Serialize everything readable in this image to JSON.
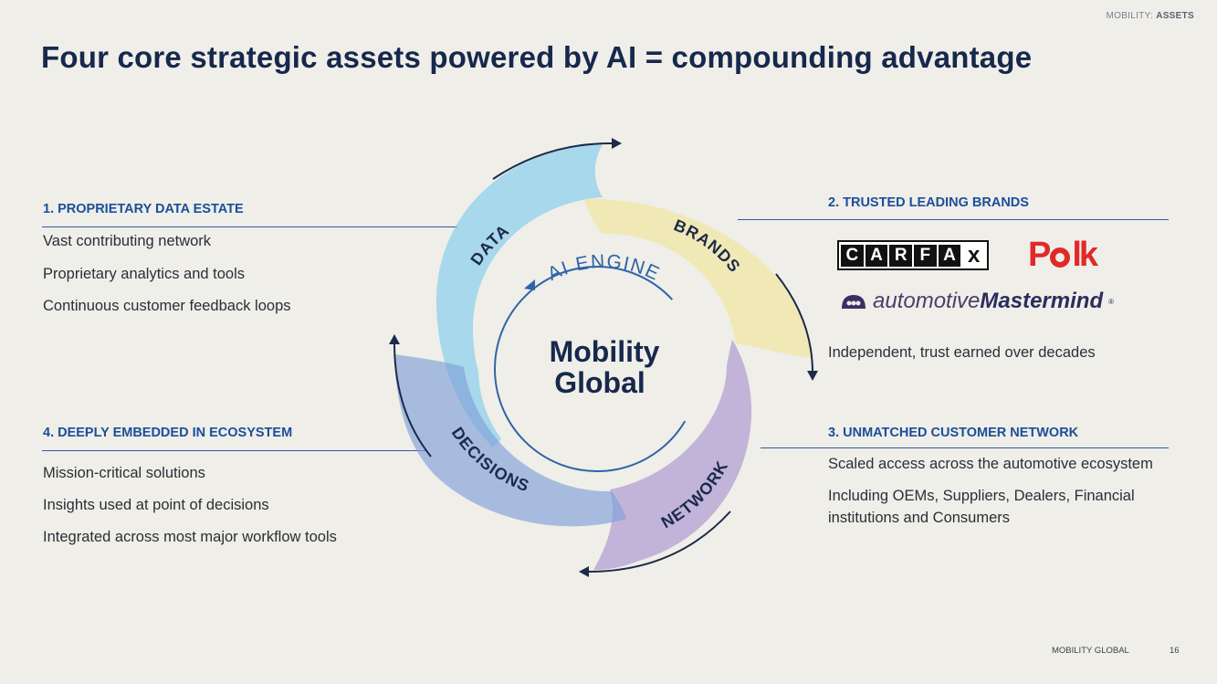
{
  "header": {
    "section_prefix": "MOBILITY:",
    "section_name": "ASSETS"
  },
  "title": "Four core strategic assets powered by AI = compounding advantage",
  "quadrants": {
    "data": {
      "heading": "1. PROPRIETARY DATA ESTATE",
      "items": [
        "Vast contributing network",
        "Proprietary analytics and tools",
        "Continuous customer feedback loops"
      ]
    },
    "brands": {
      "heading": "2. TRUSTED LEADING BRANDS",
      "logos": {
        "carfax": "CARFAX",
        "polk": "Polk",
        "automotive_mastermind_a": "automotive",
        "automotive_mastermind_b": "Mastermind",
        "registered": "®"
      },
      "items": [
        "Independent, trust earned over decades"
      ]
    },
    "network": {
      "heading": "3. UNMATCHED CUSTOMER NETWORK",
      "items": [
        "Scaled access across the automotive ecosystem",
        "Including OEMs, Suppliers, Dealers, Financial",
        "institutions and Consumers"
      ]
    },
    "ecosystem": {
      "heading": "4. DEEPLY EMBEDDED IN ECOSYSTEM",
      "items": [
        "Mission-critical solutions",
        "Insights used at point of decisions",
        "Integrated across most major workflow tools"
      ]
    }
  },
  "wheel": {
    "center_line1": "Mobility",
    "center_line2": "Global",
    "engine_label": "AI ENGINE",
    "segments": [
      {
        "label": "DATA",
        "color": "#7fcdec"
      },
      {
        "label": "BRANDS",
        "color": "#efe69a"
      },
      {
        "label": "NETWORK",
        "color": "#a795cf"
      },
      {
        "label": "DECISIONS",
        "color": "#7f9fd8"
      }
    ]
  },
  "footer": {
    "company": "MOBILITY GLOBAL",
    "page": "16"
  }
}
